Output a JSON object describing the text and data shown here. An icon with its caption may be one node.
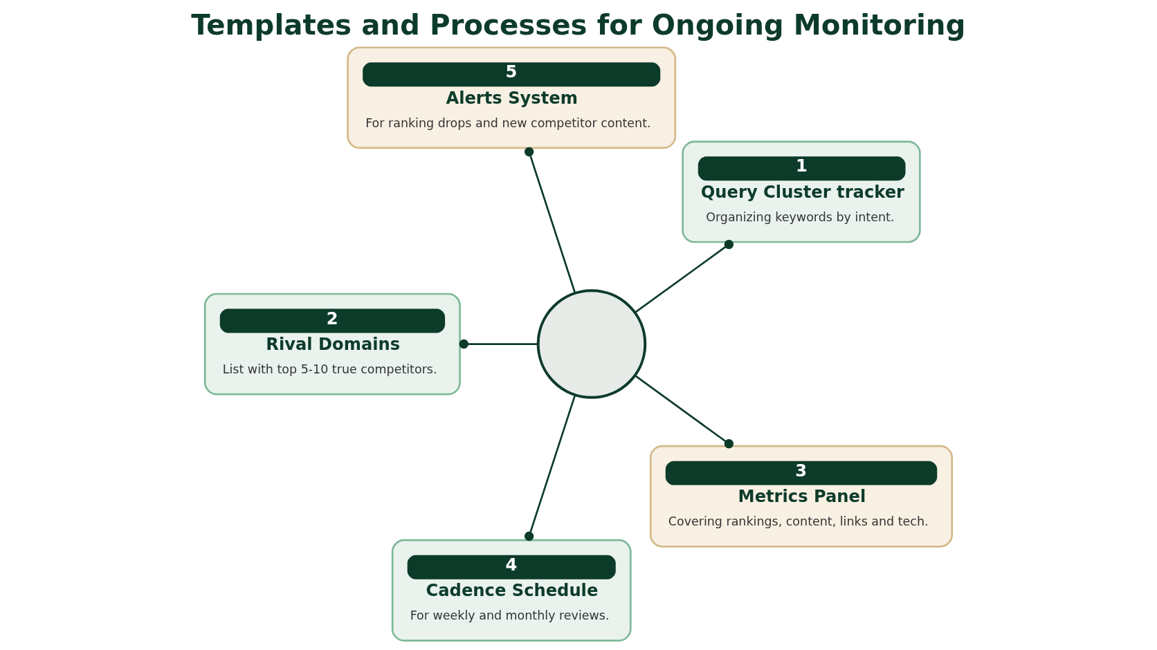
{
  "diagram": {
    "title": "Templates and Processes for Ongoing Monitoring",
    "nodes": [
      {
        "text": [],
        "shape": "circle"
      },
      {
        "text": [
          "1",
          "Query Cluster tracker",
          "Organizing keywords by intent."
        ]
      },
      {
        "text": [
          "5",
          "Alerts System",
          "For ranking drops and new competitor content."
        ]
      },
      {
        "text": [
          "2",
          "Rival Domains",
          "List with top 5-10 true competitors."
        ]
      },
      {
        "text": [
          "4",
          "Cadence Schedule",
          "For weekly and monthly reviews."
        ]
      },
      {
        "text": [
          "3",
          "Metrics Panel",
          "Covering rankings, content, links and tech."
        ]
      }
    ],
    "edges": [
      {
        "from": 0,
        "to": 1,
        "arrow": "other"
      },
      {
        "from": 0,
        "to": 2,
        "arrow": "other"
      },
      {
        "from": 0,
        "to": 3,
        "arrow": "other"
      },
      {
        "from": 0,
        "to": 4,
        "arrow": "other"
      },
      {
        "from": 0,
        "to": 5,
        "arrow": "other"
      }
    ]
  }
}
